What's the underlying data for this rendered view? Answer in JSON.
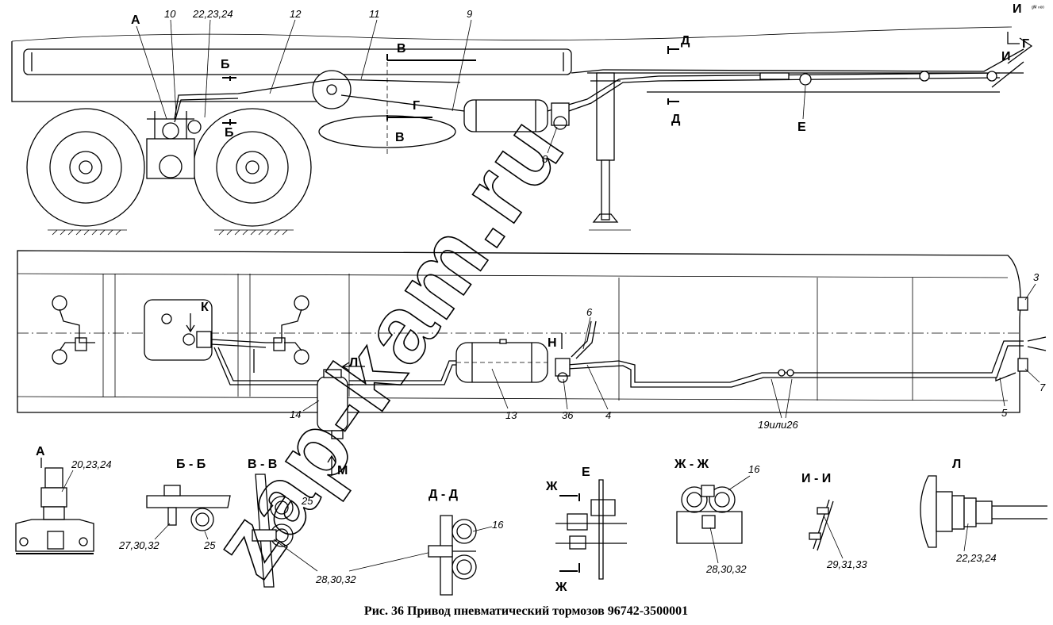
{
  "caption": "Рис. 36 Привод пневматический тормозов 96742-3500001",
  "watermark": "zap-kam.ru",
  "corner_mark": "ᵍᴹ ⁿᵉᵒ",
  "side_view": {
    "labels": {
      "a": "А",
      "n10": "10",
      "n22": "22,23,24",
      "n12": "12",
      "n11": "11",
      "n9": "9",
      "n8": "8",
      "b_top": "Б",
      "b_bot": "Б",
      "v_top": "В",
      "v_bot": "В",
      "g": "Г",
      "d_top": "Д",
      "d_bot": "Д",
      "e": "Е",
      "i_top": "И",
      "i_mid": "И",
      "g_right": "Г"
    }
  },
  "plan_view": {
    "labels": {
      "k": "К",
      "l": "Л",
      "m": "М",
      "n": "Н",
      "n3": "3",
      "n4": "4",
      "n5": "5",
      "n6": "6",
      "n7": "7",
      "n13": "13",
      "n14": "14",
      "n36": "36",
      "n19": "19или26"
    }
  },
  "details": {
    "a": {
      "title": "А",
      "ref": "20,23,24"
    },
    "bb": {
      "title": "Б - Б",
      "ref1": "27,30,32",
      "ref2": "25"
    },
    "vv": {
      "title": "В - В",
      "ref1": "25",
      "ref2": "28,30,32"
    },
    "dd": {
      "title": "Д - Д",
      "ref1": "16"
    },
    "e": {
      "title": "Е",
      "zh_top": "Ж",
      "zh_bot": "Ж"
    },
    "zhzh": {
      "title": "Ж - Ж",
      "ref1": "16",
      "ref2": "28,30,32"
    },
    "ii": {
      "title": "И - И",
      "ref1": "29,31,33"
    },
    "l": {
      "title": "Л",
      "ref1": "22,23,24"
    }
  }
}
